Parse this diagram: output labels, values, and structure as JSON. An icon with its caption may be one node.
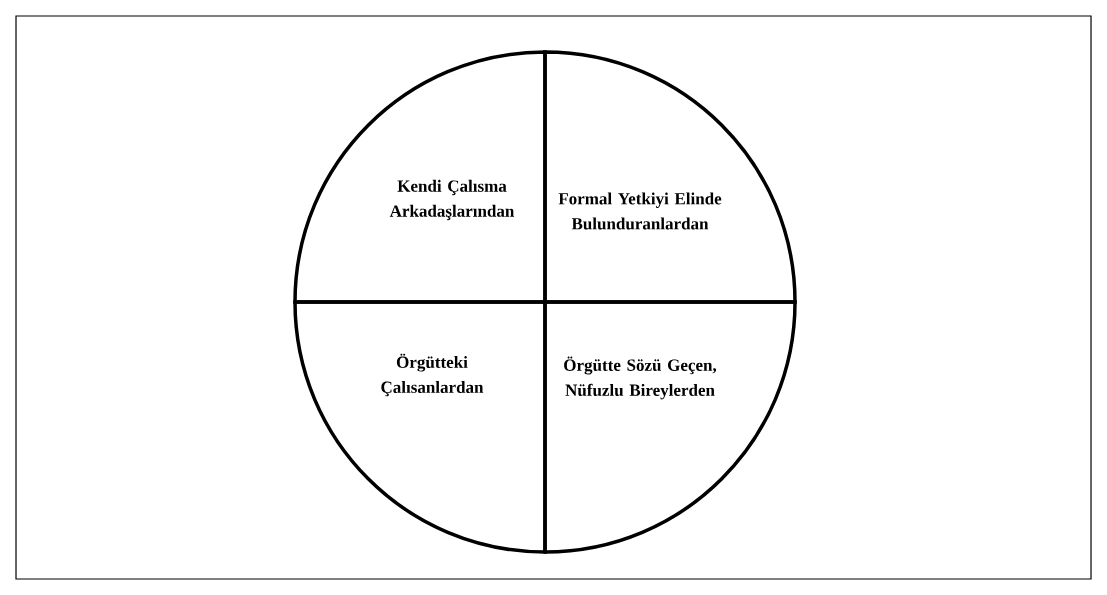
{
  "diagram": {
    "nodes": [
      {
        "text": [
          "Kendi Çalısma Arkadaşlarından"
        ]
      },
      {
        "text": [
          "Formal Yetkiyi Elinde Bulunduranlardan"
        ]
      },
      {
        "text": [
          "Örgütteki Çalısanlardan"
        ]
      },
      {
        "text": [
          "Örgütte Sözü Geçen, Nüfuzlu Bireylerden"
        ]
      }
    ]
  }
}
